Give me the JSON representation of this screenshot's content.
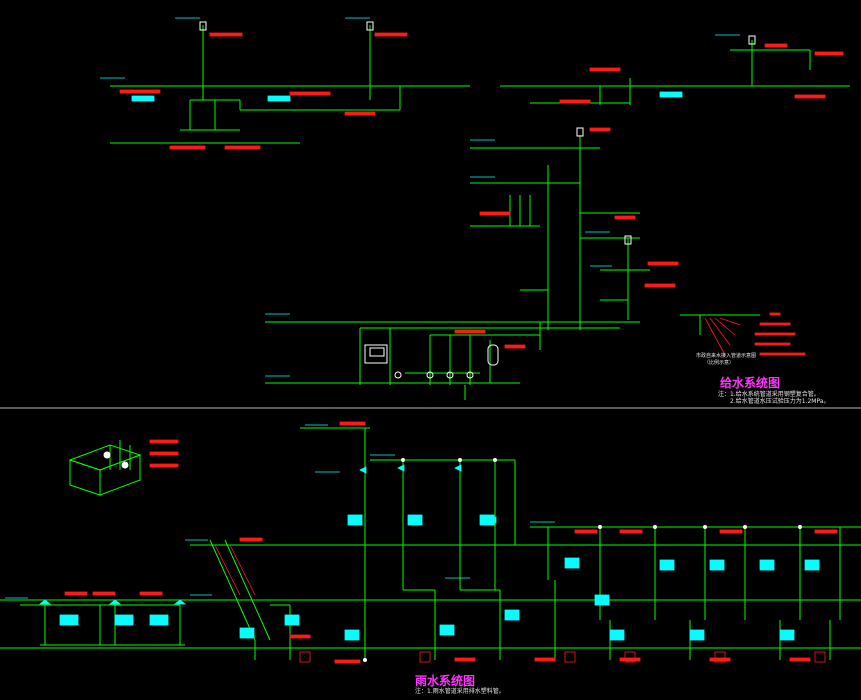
{
  "supply_system": {
    "title": "给水系统图",
    "notes": [
      "注：1.给水系统管道采用钢塑复合管。",
      "2.给水管道水压试验压力为1.2MPa。"
    ],
    "legend_caption": [
      "市政自来水接入管道示意图",
      "（比例示意）"
    ]
  },
  "rain_system": {
    "title": "雨水系统图",
    "note": "注：1.雨水管道采用排水塑料管。"
  },
  "colors": {
    "background": "#000000",
    "pipe": "#00ff00",
    "annotation": "#ff1a1a",
    "dimension": "#00ffff",
    "fixture": "#ffffff",
    "title": "#ff33ff",
    "frame": "#b8b8b8"
  }
}
